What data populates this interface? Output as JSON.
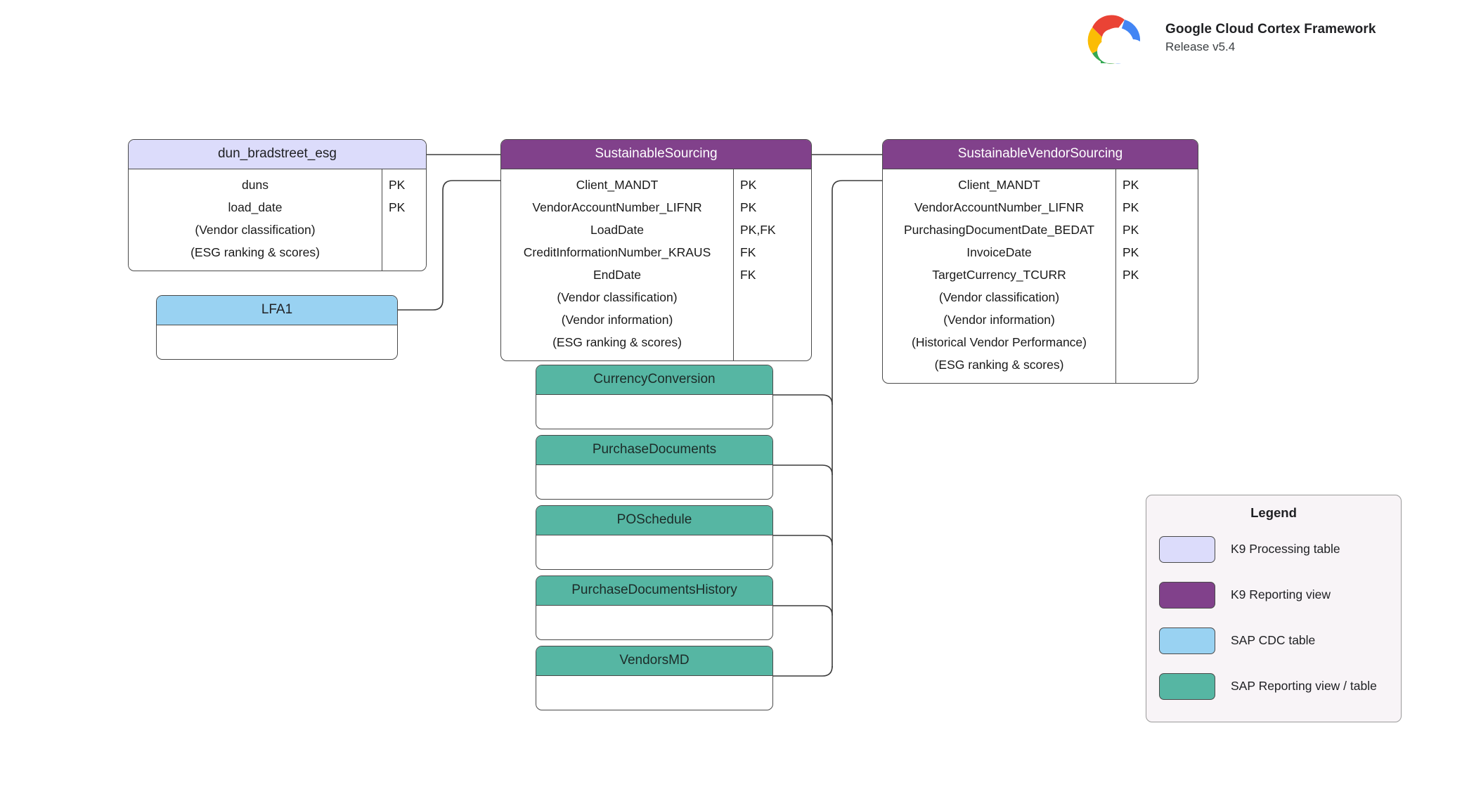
{
  "brand": {
    "title": "Google Cloud Cortex Framework",
    "release": "Release v5.4",
    "logo_icon": "google-cloud-logo",
    "colors": {
      "red": "#EA4335",
      "yellow": "#FBBC04",
      "green": "#34A853",
      "blue": "#4285F4"
    }
  },
  "palette": {
    "k9_processing_table": "#DCDCFB",
    "k9_reporting_view": "#81418B",
    "sap_cdc_table": "#99D2F2",
    "sap_reporting_view": "#56B6A3",
    "border": "#4A4A4A",
    "connector": "#3B3B3B",
    "legend_background": "#F8F4F7"
  },
  "entities": {
    "dun_bradstreet_esg": {
      "title": "dun_bradstreet_esg",
      "type": "K9 Processing table",
      "fields": [
        {
          "name": "duns",
          "key": "PK"
        },
        {
          "name": "load_date",
          "key": "PK"
        },
        {
          "name": "(Vendor classification)",
          "key": ""
        },
        {
          "name": "(ESG ranking & scores)",
          "key": ""
        }
      ]
    },
    "lfa1": {
      "title": "LFA1",
      "type": "SAP CDC table",
      "fields": []
    },
    "sustainable_sourcing": {
      "title": "SustainableSourcing",
      "type": "K9 Reporting view",
      "fields": [
        {
          "name": "Client_MANDT",
          "key": "PK"
        },
        {
          "name": "VendorAccountNumber_LIFNR",
          "key": "PK"
        },
        {
          "name": "LoadDate",
          "key": "PK,FK"
        },
        {
          "name": "CreditInformationNumber_KRAUS",
          "key": "FK"
        },
        {
          "name": "EndDate",
          "key": "FK"
        },
        {
          "name": "(Vendor classification)",
          "key": ""
        },
        {
          "name": "(Vendor information)",
          "key": ""
        },
        {
          "name": "(ESG ranking & scores)",
          "key": ""
        }
      ]
    },
    "sustainable_vendor_sourcing": {
      "title": "SustainableVendorSourcing",
      "type": "K9 Reporting view",
      "fields": [
        {
          "name": "Client_MANDT",
          "key": "PK"
        },
        {
          "name": "VendorAccountNumber_LIFNR",
          "key": "PK"
        },
        {
          "name": "PurchasingDocumentDate_BEDAT",
          "key": "PK"
        },
        {
          "name": "InvoiceDate",
          "key": "PK"
        },
        {
          "name": "TargetCurrency_TCURR",
          "key": "PK"
        },
        {
          "name": "(Vendor classification)",
          "key": ""
        },
        {
          "name": "(Vendor information)",
          "key": ""
        },
        {
          "name": "(Historical Vendor Performance)",
          "key": ""
        },
        {
          "name": "(ESG ranking & scores)",
          "key": ""
        }
      ]
    },
    "currency_conversion": {
      "title": "CurrencyConversion",
      "type": "SAP Reporting view / table",
      "fields": []
    },
    "purchase_documents": {
      "title": "PurchaseDocuments",
      "type": "SAP Reporting view / table",
      "fields": []
    },
    "po_schedule": {
      "title": "POSchedule",
      "type": "SAP Reporting view / table",
      "fields": []
    },
    "purchase_documents_history": {
      "title": "PurchaseDocumentsHistory",
      "type": "SAP Reporting view / table",
      "fields": []
    },
    "vendors_md": {
      "title": "VendorsMD",
      "type": "SAP Reporting view / table",
      "fields": []
    }
  },
  "legend": {
    "title": "Legend",
    "items": [
      {
        "label": "K9 Processing table",
        "color": "#DCDCFB"
      },
      {
        "label": "K9 Reporting view",
        "color": "#81418B"
      },
      {
        "label": "SAP CDC table",
        "color": "#99D2F2"
      },
      {
        "label": "SAP Reporting view / table",
        "color": "#56B6A3"
      }
    ]
  }
}
